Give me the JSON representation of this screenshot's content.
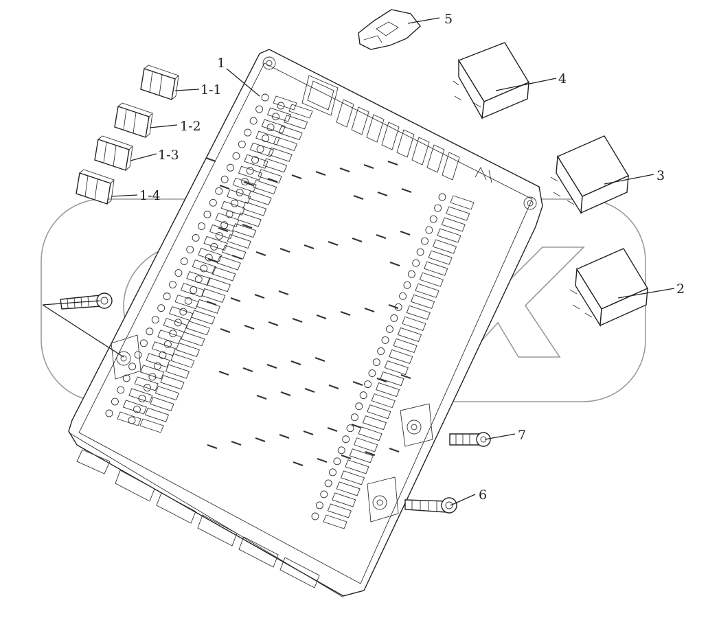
{
  "labels": {
    "board": "1",
    "fuse_1": "1-1",
    "fuse_2": "1-2",
    "fuse_3": "1-3",
    "fuse_4": "1-4",
    "relay_2": "2",
    "relay_3": "3",
    "relay_4": "4",
    "clip_5": "5",
    "screw_6": "6",
    "screw_7": "7"
  },
  "watermark": "OPEX"
}
